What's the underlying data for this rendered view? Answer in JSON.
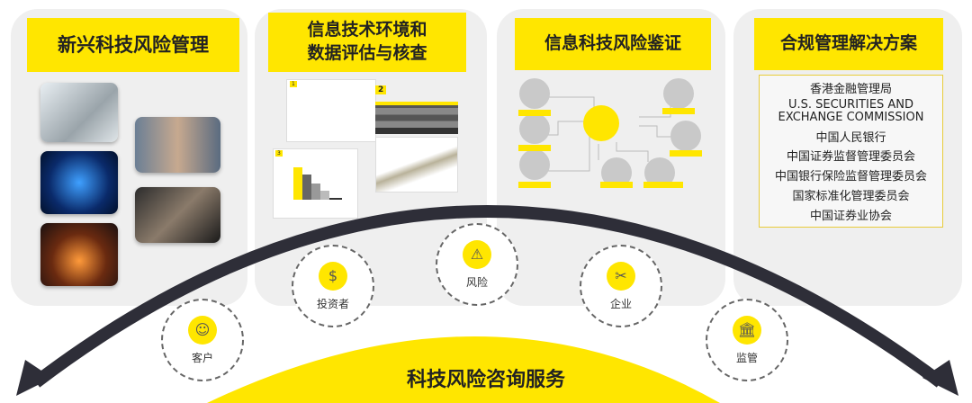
{
  "panels": [
    {
      "title": "新兴科技风险管理"
    },
    {
      "title_line1": "信息技术环境和",
      "title_line2": "数据评估与核查"
    },
    {
      "title": "信息科技风险鉴证"
    },
    {
      "title": "合规管理解决方案",
      "items": [
        "香港金融管理局",
        "U.S. SECURITIES AND",
        "EXCHANGE COMMISSION",
        "中国人民银行",
        "中国证券监督管理委员会",
        "中国银行保险监督管理委员会",
        "国家标准化管理委员会",
        "中国证券业协会"
      ]
    }
  ],
  "panel2_thumbs": {
    "step2_number": "2",
    "step1_number": "1",
    "step3_number": "3"
  },
  "stakeholders": [
    {
      "label": "客户",
      "icon": "people-icon"
    },
    {
      "label": "投资者",
      "icon": "money-icon"
    },
    {
      "label": "风险",
      "icon": "warning-icon"
    },
    {
      "label": "企业",
      "icon": "tools-icon"
    },
    {
      "label": "监管",
      "icon": "bank-icon"
    }
  ],
  "center_title": "科技风险咨询服务",
  "colors": {
    "accent": "#ffe600",
    "arc": "#2e2e38",
    "panel": "#efefef"
  }
}
